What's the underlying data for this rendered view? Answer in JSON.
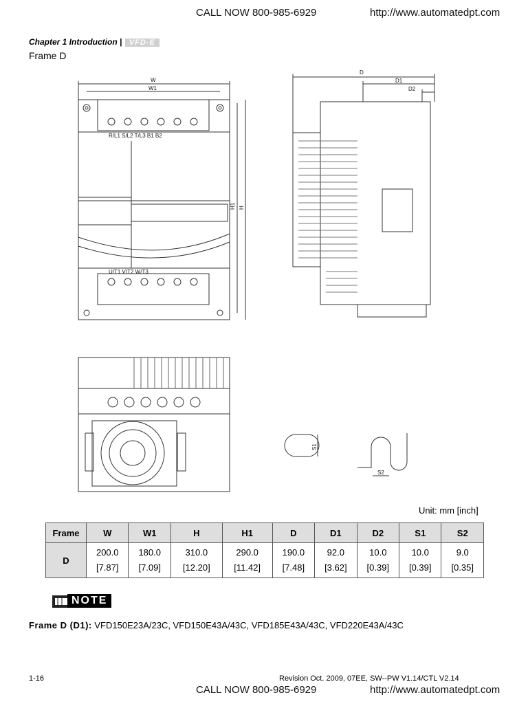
{
  "header": {
    "call": "CALL NOW 800-985-6929",
    "url": "http://www.automatedpt.com"
  },
  "chapter": {
    "title": "Chapter 1 Introduction |",
    "logo": "VFD-E"
  },
  "frame_label": "Frame D",
  "drawing": {
    "dims": {
      "W": "W",
      "W1": "W1",
      "H": "H",
      "H1": "H1",
      "D": "D",
      "D1": "D1",
      "D2": "D2",
      "S1": "S1",
      "S2": "S2"
    },
    "terminal_top": "R/L1 S/L2 T/L3 B1 B2",
    "terminal_bottom": "U/T1 V/T2 W/T3"
  },
  "unit": "Unit: mm [inch]",
  "table": {
    "headers": [
      "Frame",
      "W",
      "W1",
      "H",
      "H1",
      "D",
      "D1",
      "D2",
      "S1",
      "S2"
    ],
    "frame": "D",
    "mm": [
      "200.0",
      "180.0",
      "310.0",
      "290.0",
      "190.0",
      "92.0",
      "10.0",
      "10.0",
      "9.0"
    ],
    "inch": [
      "[7.87]",
      "[7.09]",
      "[12.20]",
      "[11.42]",
      "[7.48]",
      "[3.62]",
      "[0.39]",
      "[0.39]",
      "[0.35]"
    ]
  },
  "note": {
    "badge": "NOTE",
    "label": "Frame D (D1):",
    "models": "VFD150E23A/23C, VFD150E43A/43C, VFD185E43A/43C, VFD220E43A/43C"
  },
  "footer": {
    "page": "1-16",
    "revision": "Revision Oct. 2009, 07EE, SW--PW V1.14/CTL V2.14",
    "call": "CALL NOW 800-985-6929",
    "url": "http://www.automatedpt.com"
  }
}
